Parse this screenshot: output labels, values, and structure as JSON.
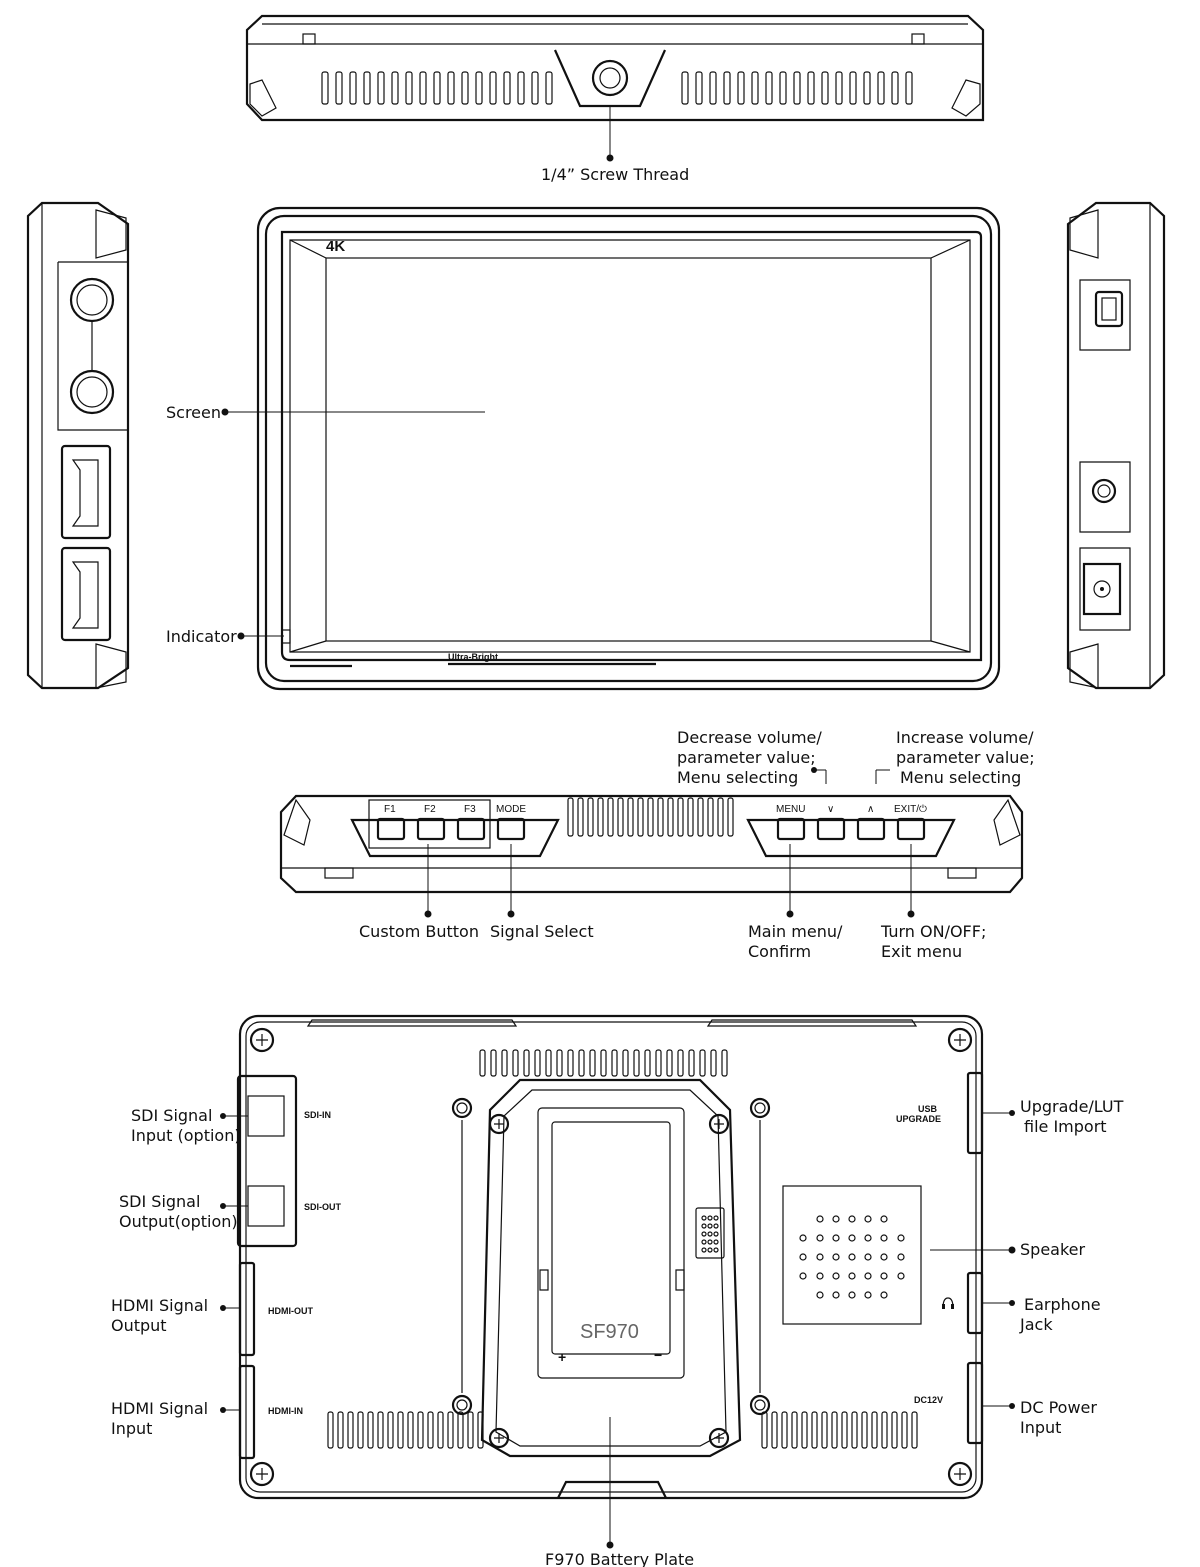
{
  "callouts": {
    "screw_thread": "1/4” Screw  Thread",
    "screen": "Screen",
    "indicator": "Indicator",
    "decrease_volume": [
      "Decrease volume/",
      "parameter value;",
      "Menu selecting"
    ],
    "increase_volume": [
      "Increase volume/",
      "parameter value;",
      "Menu selecting"
    ],
    "custom_button": "Custom Button",
    "signal_select": "Signal Select",
    "main_menu": [
      "Main menu/",
      "Confirm"
    ],
    "turn_on_off": [
      "Turn ON/OFF;",
      "Exit menu"
    ],
    "sdi_input": [
      "SDI Signal",
      "Input (option)"
    ],
    "sdi_output": [
      "SDI Signal",
      "Output(option)"
    ],
    "hdmi_output": [
      "HDMI Signal",
      "Output"
    ],
    "hdmi_input": [
      "HDMI Signal",
      "Input"
    ],
    "upgrade_lut": [
      "Upgrade/LUT",
      "file Import"
    ],
    "speaker": "Speaker",
    "earphone_jack": [
      "Earphone",
      "Jack"
    ],
    "dc_power": [
      "DC Power",
      "Input"
    ],
    "battery_plate": "F970 Battery Plate"
  },
  "printed_marks": {
    "badge_4k": "4K",
    "ultra_bright": "Ultra-Bright",
    "f1": "F1",
    "f2": "F2",
    "f3": "F3",
    "mode": "MODE",
    "menu": "MENU",
    "down": "∨",
    "up": "∧",
    "exit": "EXIT/⏻",
    "sdi_in": "SDI-IN",
    "sdi_out": "SDI-OUT",
    "hdmi_out": "HDMI-OUT",
    "hdmi_in": "HDMI-IN",
    "usb_upgrade": [
      "USB",
      "UPGRADE"
    ],
    "dc12v": "DC12V",
    "sf970": "SF970",
    "plus": "+",
    "minus": "−"
  },
  "icons": [
    "screw-mount-icon",
    "headphone-icon",
    "screw-icon",
    "hdmi-port-icon",
    "bnc-connector-icon"
  ]
}
